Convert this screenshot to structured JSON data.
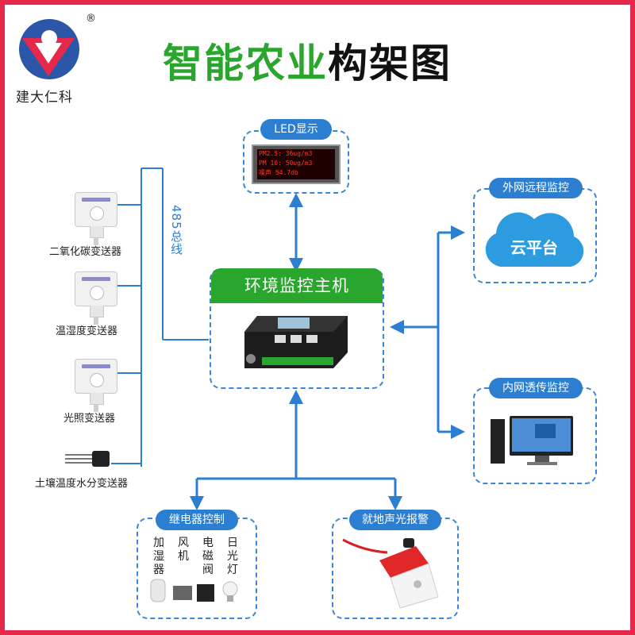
{
  "brand": {
    "name": "建大仁科",
    "registered": "®"
  },
  "title": {
    "green": "智能农业",
    "black": "构架图"
  },
  "led": {
    "label": "LED显示",
    "lines": [
      "PM2.5: 36ug/m3",
      "PM 10: 50ug/m3",
      "噪声   54.7db"
    ]
  },
  "bus_label": "485总线",
  "sensors": [
    "二氧化碳变送器",
    "温湿度变送器",
    "光照变送器",
    "土壤温度水分变送器"
  ],
  "host": {
    "label": "环境监控主机"
  },
  "cloud": {
    "header": "外网远程监控",
    "text": "云平台"
  },
  "lan": {
    "header": "内网透传监控"
  },
  "relay": {
    "header": "继电器控制",
    "devices": [
      "加湿器",
      "风机",
      "电磁阀",
      "日光灯"
    ]
  },
  "alarm": {
    "header": "就地声光报警"
  },
  "colors": {
    "frame": "#e8284a",
    "title_green": "#2aa52e",
    "accent_blue": "#2c7fd0"
  }
}
